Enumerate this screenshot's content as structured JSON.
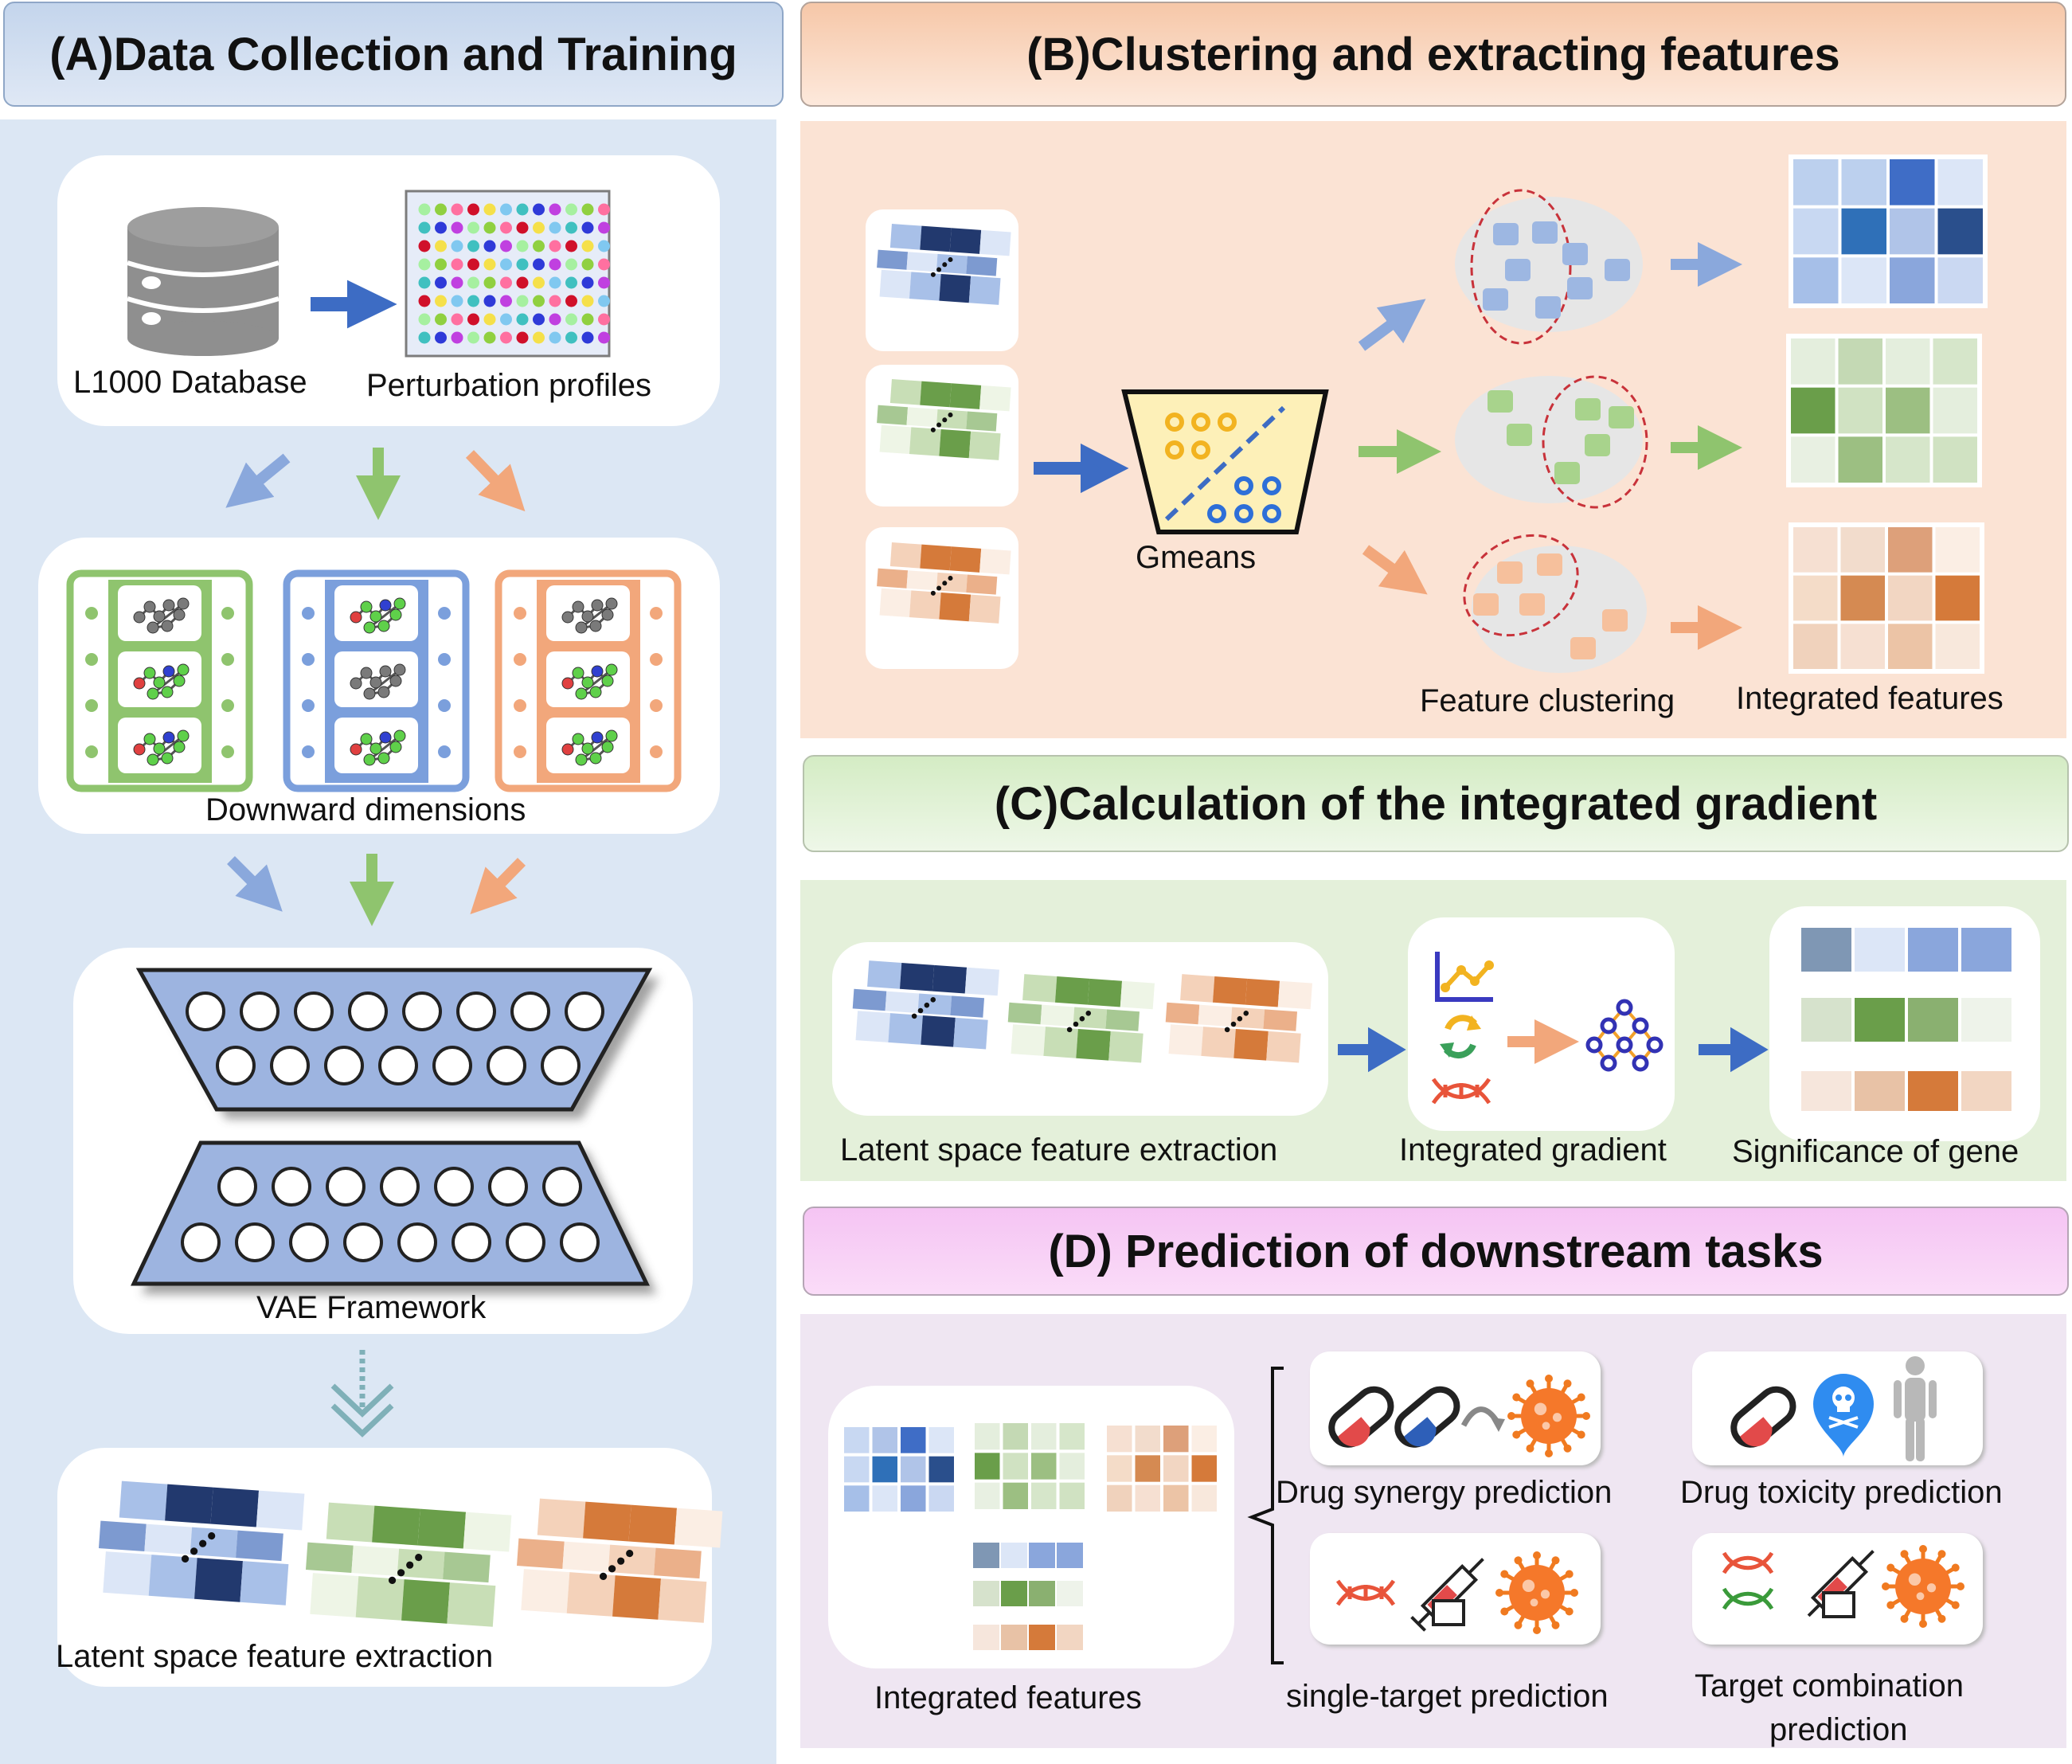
{
  "panelA": {
    "title": "(A)Data Collection and Training",
    "db_label": "L1000 Database",
    "profiles_label": "Perturbation profiles",
    "down_label": "Downward dimensions",
    "vae_label": "VAE Framework",
    "latent_label": "Latent space feature extraction"
  },
  "panelB": {
    "title": "(B)Clustering and extracting features",
    "gmeans_label": "Gmeans",
    "clustering_label": "Feature clustering",
    "integrated_label": "Integrated features"
  },
  "panelC": {
    "title": "(C)Calculation of the integrated gradient",
    "latent_label": "Latent space feature extraction",
    "ig_label": "Integrated gradient",
    "sig_label": "Significance of gene"
  },
  "panelD": {
    "title": "(D) Prediction of downstream tasks",
    "integrated_label": "Integrated features",
    "synergy_label": "Drug synergy prediction",
    "toxicity_label": "Drug toxicity prediction",
    "single_label": "single-target prediction",
    "combo_label_1": "Target combination",
    "combo_label_2": "prediction"
  },
  "colors": {
    "blue": "#4a78c2",
    "green": "#7aab58",
    "orange": "#e08a50",
    "panelA_bg": "#dce7f4",
    "panelB_bg": "#fbe3d4",
    "panelC_bg": "#e4f0da",
    "panelD_bg": "#efe6f2"
  }
}
